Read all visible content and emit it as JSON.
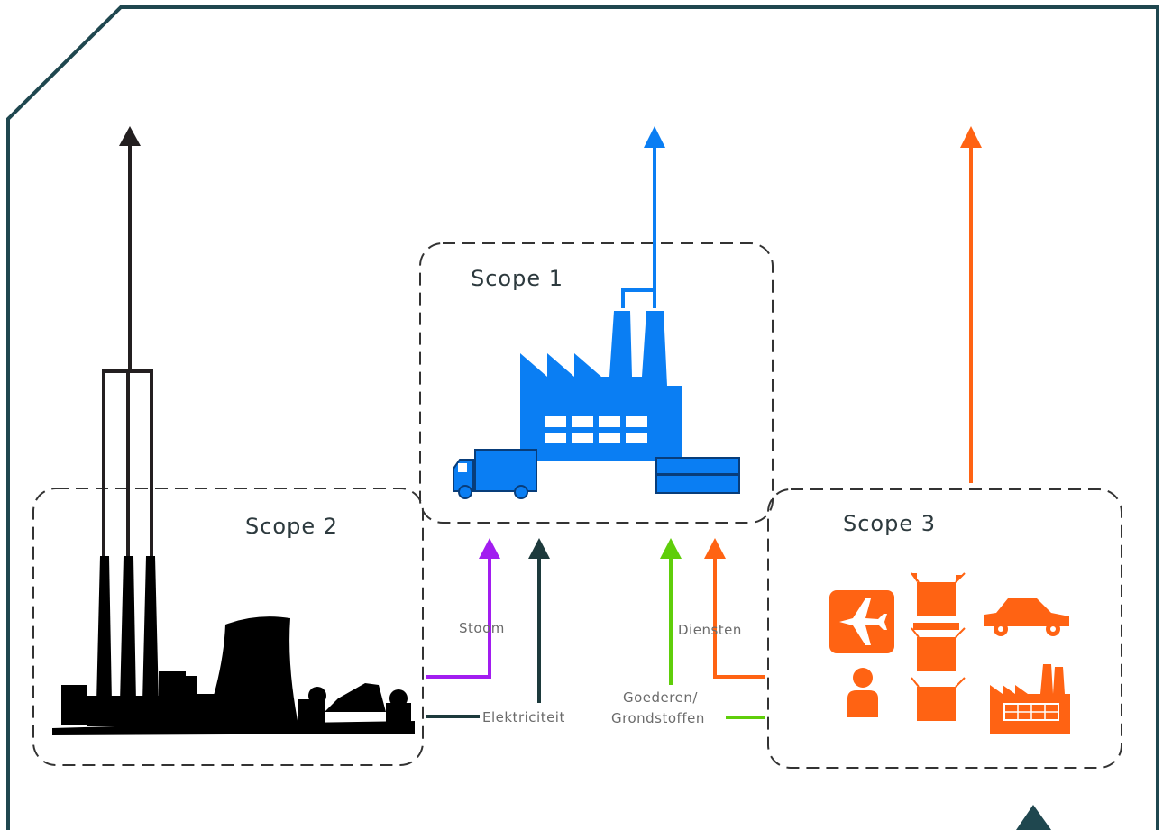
{
  "scopes": {
    "scope1": "Scope 1",
    "scope2": "Scope 2",
    "scope3": "Scope 3"
  },
  "flows": {
    "stoom": "Stoom",
    "elektriciteit": "Elektriciteit",
    "goederen_line1": "Goederen/",
    "goederen_line2": "Grondstoffen",
    "diensten": "Diensten"
  },
  "colors": {
    "frame": "#1f474f",
    "scope2_emission": "#231f20",
    "scope1_emission": "#0a7ef3",
    "scope3_emission": "#ff6313",
    "stoom": "#a21df0",
    "elektriciteit": "#1d3a3c",
    "goederen": "#5fce0a",
    "diensten": "#ff6313",
    "dashed_border": "#333333"
  },
  "icons": [
    "power-plant-icon",
    "factory-icon",
    "truck-icon",
    "machine-icon",
    "airplane-icon",
    "package-icon",
    "car-icon",
    "person-icon",
    "supplier-factory-icon"
  ]
}
